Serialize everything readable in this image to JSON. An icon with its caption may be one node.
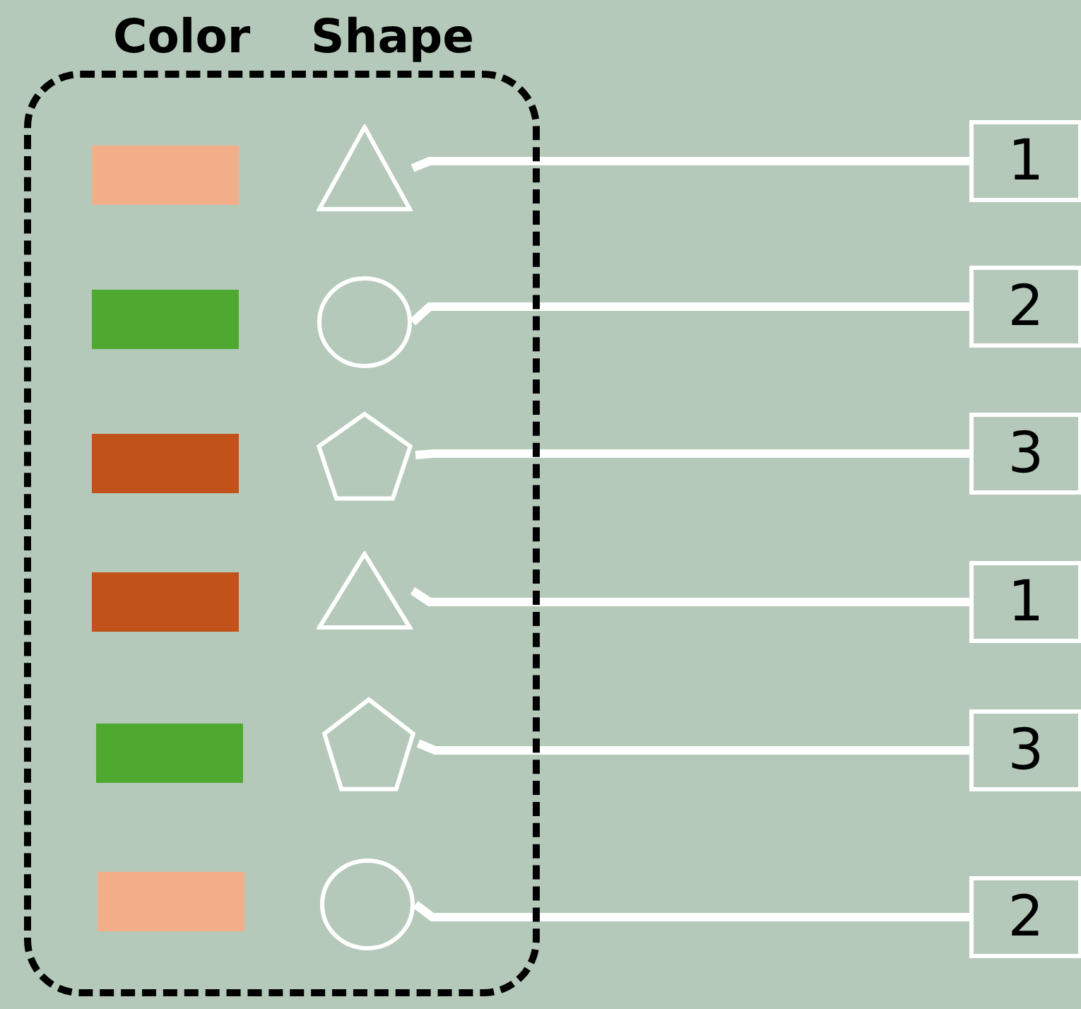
{
  "diagram": {
    "nodes": [
      {
        "text": [
          "Color",
          "Shape"
        ]
      },
      {
        "text": [],
        "shape": "box",
        "in": 0
      },
      {
        "text": [],
        "shape": "triangle",
        "in": 0
      },
      {
        "text": [],
        "shape": "box",
        "in": 0
      },
      {
        "text": [],
        "shape": "circle",
        "in": 0
      },
      {
        "text": [],
        "shape": "box",
        "in": 0
      },
      {
        "text": [],
        "shape": "pentagon",
        "in": 0
      },
      {
        "text": [],
        "shape": "box",
        "in": 0
      },
      {
        "text": [],
        "shape": "triangle",
        "in": 0
      },
      {
        "text": [],
        "shape": "box",
        "in": 0
      },
      {
        "text": [],
        "shape": "pentagon",
        "in": 0
      },
      {
        "text": [],
        "shape": "box",
        "in": 0
      },
      {
        "text": [],
        "shape": "circle",
        "in": 0
      },
      {
        "text": [
          "1"
        ]
      },
      {
        "text": [
          "2"
        ]
      },
      {
        "text": [
          "3"
        ]
      },
      {
        "text": [
          "1"
        ]
      },
      {
        "text": [
          "3"
        ]
      },
      {
        "text": [
          "2"
        ]
      }
    ],
    "edges": [
      {
        "from": 2,
        "to": 13,
        "arrow": "none"
      },
      {
        "from": 4,
        "to": 14,
        "arrow": "none"
      },
      {
        "from": 6,
        "to": 15,
        "arrow": "none"
      },
      {
        "from": 8,
        "to": 16,
        "arrow": "none"
      },
      {
        "from": 10,
        "to": 17,
        "arrow": "none"
      },
      {
        "from": 12,
        "to": 18,
        "arrow": "none"
      }
    ]
  }
}
